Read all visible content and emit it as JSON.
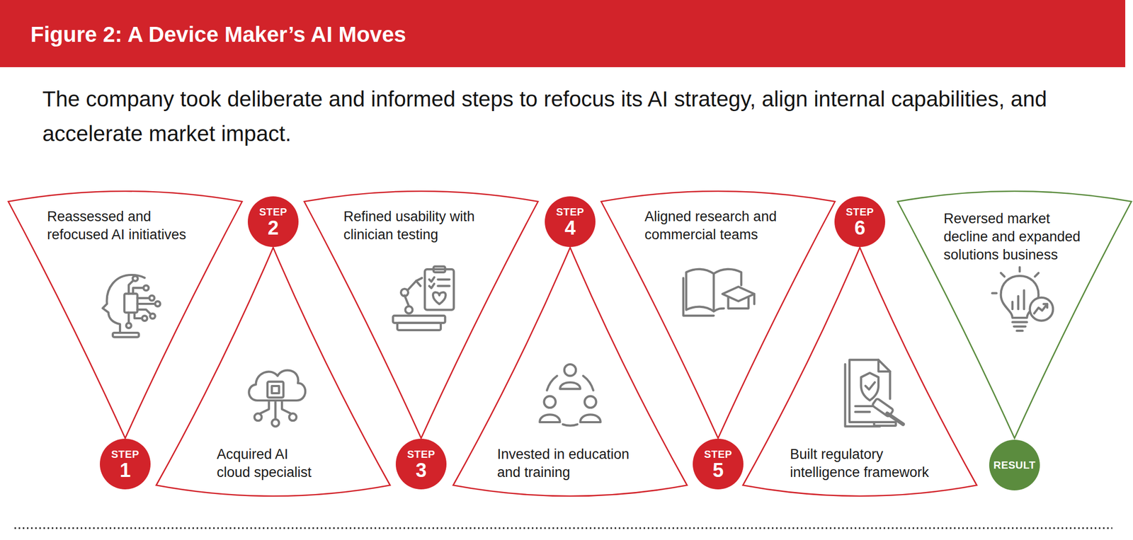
{
  "diagram": {
    "title": "Figure 2: A Device Maker’s AI Moves",
    "caption": "The company took deliberate and informed steps to refocus its AI strategy, align internal capabilities, and accelerate market impact.",
    "nodes": [
      {
        "text": [
          "Reassessed and refocused AI initiatives"
        ]
      },
      {
        "text": [
          "STEP",
          "1"
        ]
      },
      {
        "text": [
          "Acquired AI cloud specialist"
        ]
      },
      {
        "text": [
          "STEP",
          "2"
        ]
      },
      {
        "text": [
          "Refined usability with clinician testing"
        ]
      },
      {
        "text": [
          "STEP",
          "3"
        ]
      },
      {
        "text": [
          "Invested in education and training"
        ]
      },
      {
        "text": [
          "STEP",
          "4"
        ]
      },
      {
        "text": [
          "Aligned research and commercial teams"
        ]
      },
      {
        "text": [
          "STEP",
          "5"
        ]
      },
      {
        "text": [
          "Built regulatory intelligence framework"
        ]
      },
      {
        "text": [
          "STEP",
          "6"
        ]
      },
      {
        "text": [
          "Reversed market decline and expanded solutions business"
        ]
      },
      {
        "text": [
          "RESULT"
        ]
      }
    ]
  }
}
